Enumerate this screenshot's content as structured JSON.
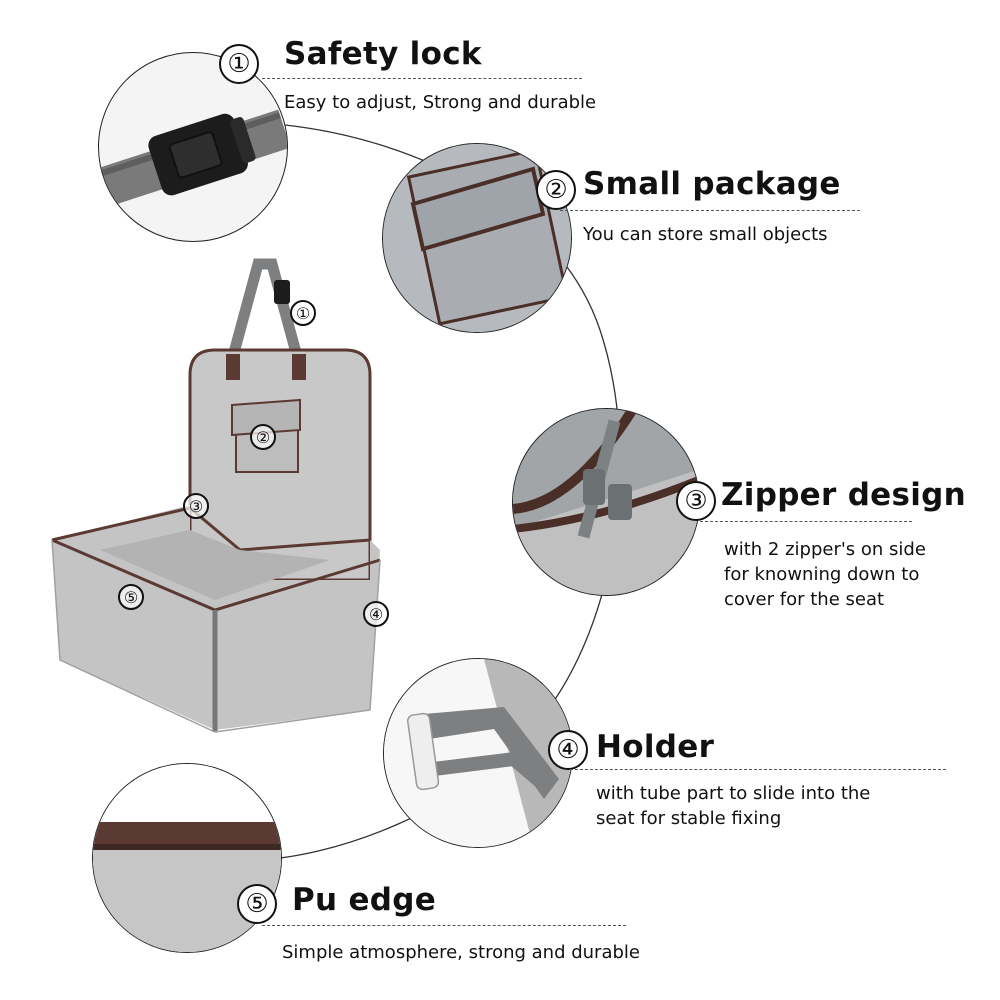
{
  "features": [
    {
      "num": "①",
      "title": "Safety lock",
      "desc": [
        "Easy to adjust, Strong and durable"
      ]
    },
    {
      "num": "②",
      "title": "Small package",
      "desc": [
        "You can store small objects"
      ]
    },
    {
      "num": "③",
      "title": "Zipper design",
      "desc": [
        "with 2 zipper's on side",
        "for knowning down to",
        "cover for the seat"
      ]
    },
    {
      "num": "④",
      "title": "Holder",
      "desc": [
        "with tube part to slide into the",
        "seat for stable fixing"
      ]
    },
    {
      "num": "⑤",
      "title": "Pu edge",
      "desc": [
        "Simple atmosphere, strong and durable"
      ]
    }
  ],
  "colors": {
    "felt": "#c9c9c9",
    "felt_dark": "#a9a9a9",
    "trim": "#5a3a32",
    "strap": "#7d7f80"
  },
  "icons": [
    "buckle-icon",
    "pocket-icon",
    "zipper-icon",
    "holder-tube-icon",
    "edge-trim-icon"
  ]
}
